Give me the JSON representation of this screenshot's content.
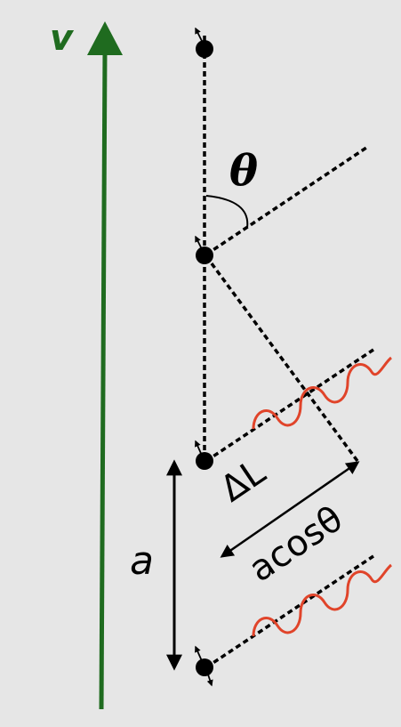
{
  "labels": {
    "velocity": "v",
    "angle": "θ",
    "path_difference": "ΔL",
    "spacing": "a",
    "projection": "acosθ"
  },
  "colors": {
    "background": "#e6e6e6",
    "velocity_arrow": "#1f6b1f",
    "wave": "#e0442a",
    "lines": "#000000"
  }
}
